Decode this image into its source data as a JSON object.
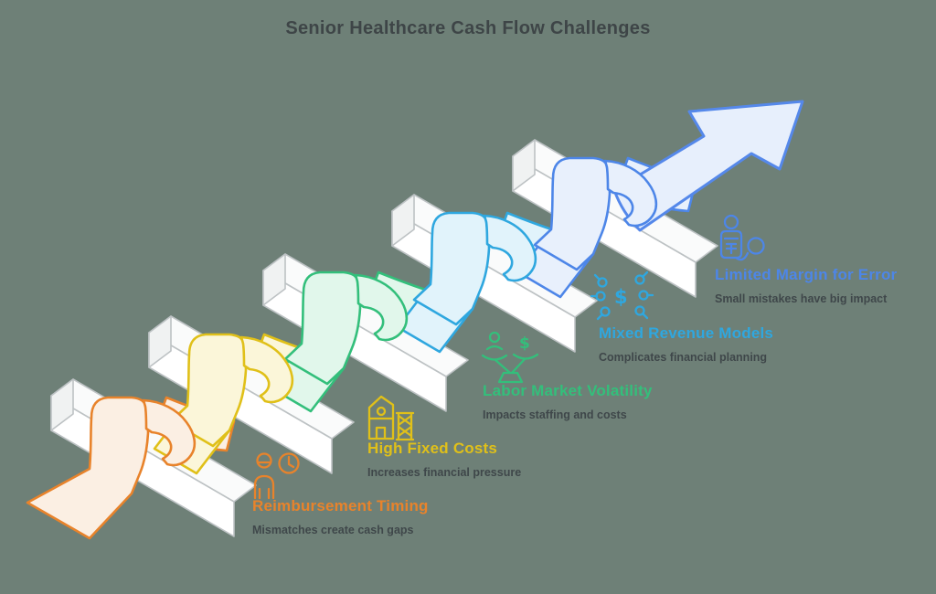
{
  "title": "Senior Healthcare Cash Flow Challenges",
  "colors": {
    "background": "#6E8077",
    "title": "#3E4547",
    "subtitle": "#3F474A",
    "beam_top": "#FAFBFB",
    "beam_side": "#FFFFFF",
    "beam_end": "#F0F2F2",
    "beam_edge": "#BDC2C4",
    "arrow_fill": "#E7EFFC",
    "arrow_stroke": "#5588EA"
  },
  "arrow": {
    "name": "growth-arrow"
  },
  "items": [
    {
      "label": "Reimbursement Timing",
      "sublabel": "Mismatches create cash gaps",
      "icon": "person-clock-icon",
      "color": "#E8832B",
      "fill": "#FBEFE3"
    },
    {
      "label": "High Fixed Costs",
      "sublabel": "Increases financial pressure",
      "icon": "building-truss-icon",
      "color": "#E0C019",
      "fill": "#FBF6D9"
    },
    {
      "label": "Labor Market Volatility",
      "sublabel": "Impacts staffing and costs",
      "icon": "balance-scale-icon",
      "color": "#33BF7B",
      "fill": "#E1F7EB"
    },
    {
      "label": "Mixed Revenue Models",
      "sublabel": "Complicates financial planning",
      "icon": "network-dollar-icon",
      "color": "#2FA7DF",
      "fill": "#E1F3FB"
    },
    {
      "label": "Limited Margin for Error",
      "sublabel": "Small mistakes have big impact",
      "icon": "person-magnifier-icon",
      "color": "#4D86E8",
      "fill": "#E8F0FC"
    }
  ]
}
